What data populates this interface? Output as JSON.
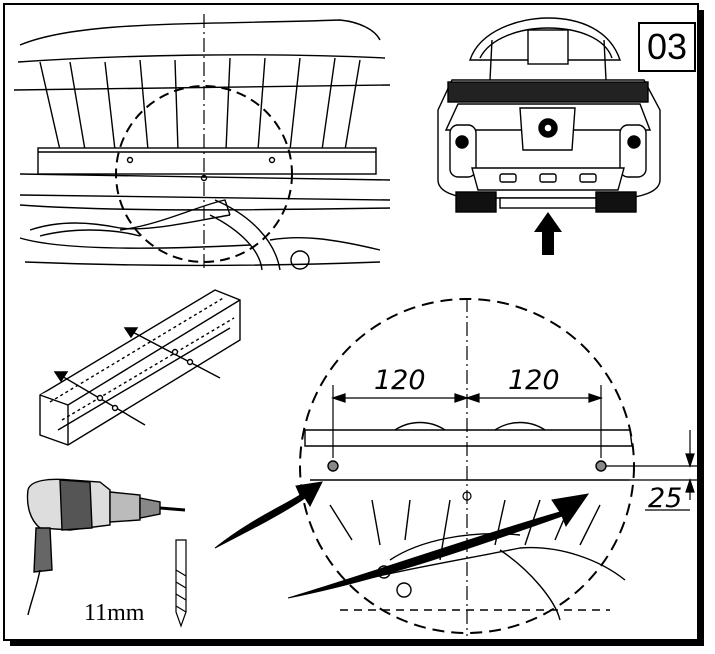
{
  "step_number": "03",
  "dimensions": {
    "left_spacing": "120",
    "right_spacing": "120",
    "vertical_offset": "25"
  },
  "drill_bit_size": "11mm"
}
